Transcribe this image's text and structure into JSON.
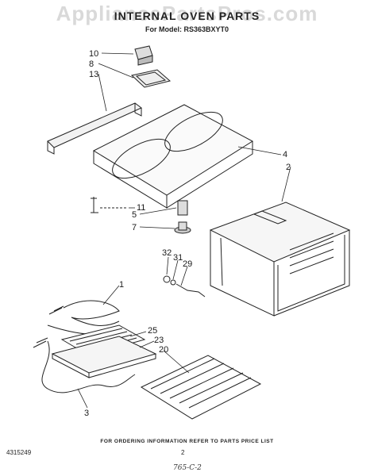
{
  "header": {
    "watermark": "AppliancePartsPros.com",
    "title": "INTERNAL OVEN PARTS",
    "model": "For Model: RS363BXYT0"
  },
  "callouts": [
    "10",
    "8",
    "13",
    "4",
    "2",
    "11",
    "5",
    "7",
    "32",
    "31",
    "29",
    "1",
    "25",
    "23",
    "20",
    "3"
  ],
  "footer": {
    "ordering_note": "FOR ORDERING INFORMATION REFER TO PARTS PRICE LIST",
    "doc_number": "4315249",
    "page_number": "2",
    "handwritten": "765-C-2"
  }
}
